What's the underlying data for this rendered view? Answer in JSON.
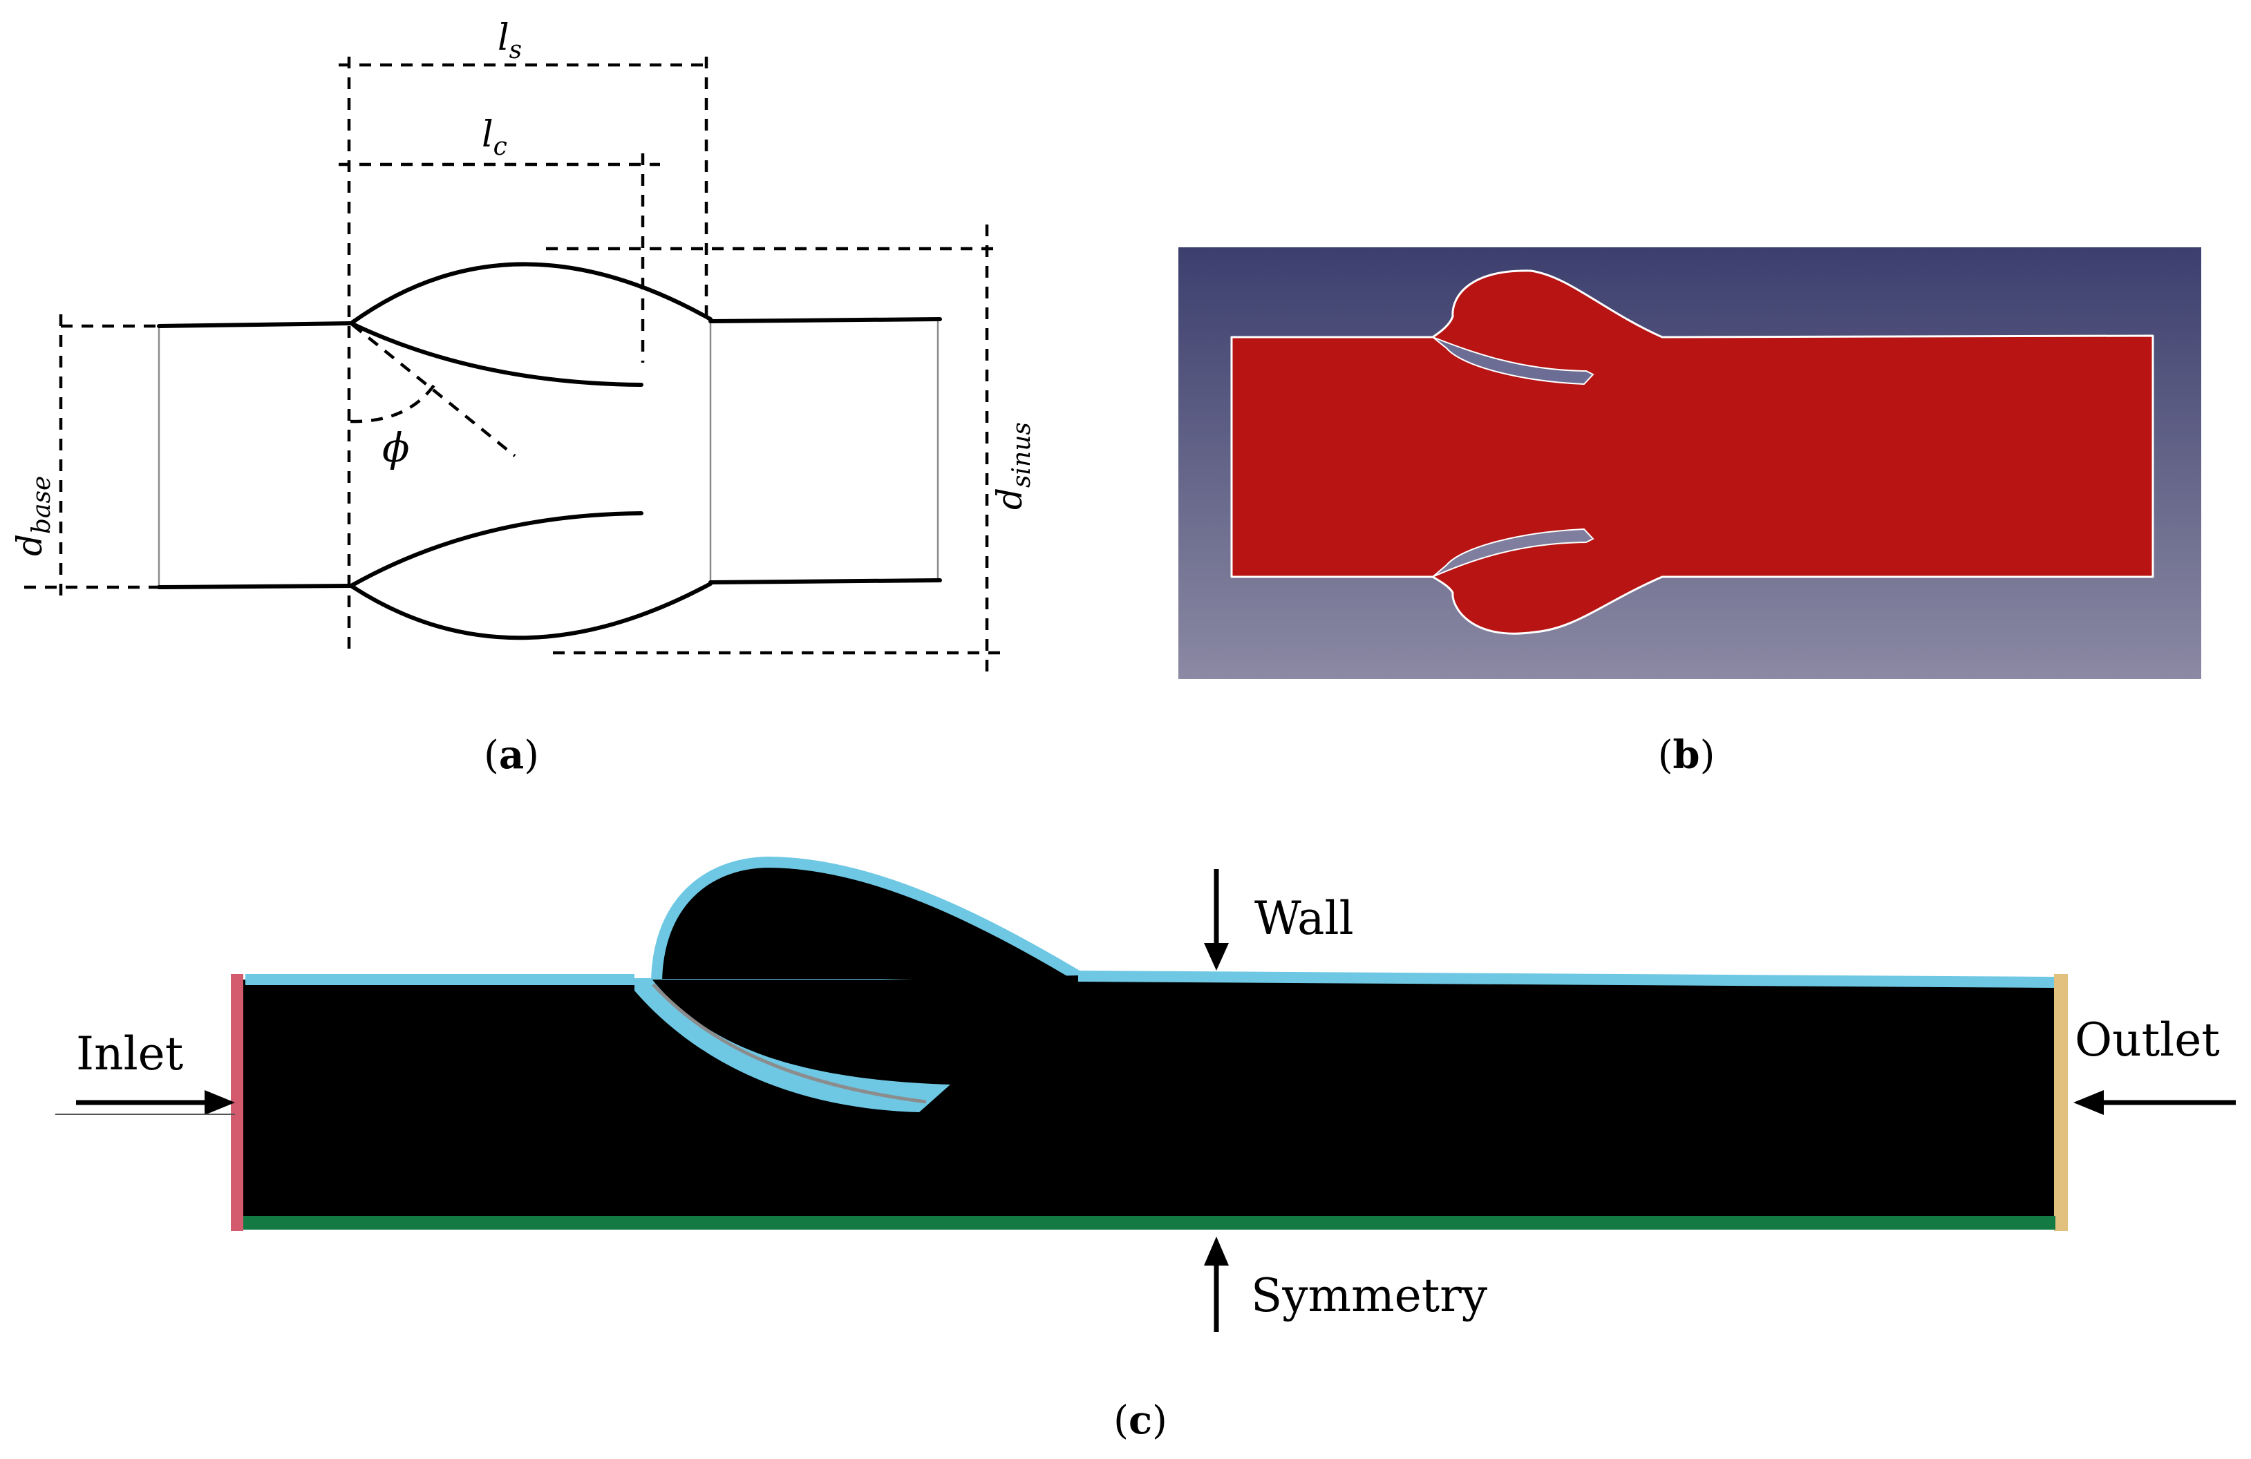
{
  "panel_a": {
    "caption": "(a)",
    "caption_letter": "a",
    "labels": {
      "l_s": {
        "main": "l",
        "sub": "s"
      },
      "l_c": {
        "main": "l",
        "sub": "c"
      },
      "phi": "ϕ",
      "d_base": {
        "main": "d",
        "sub": "base"
      },
      "d_sinus": {
        "main": "d",
        "sub": "sinus"
      }
    }
  },
  "panel_b": {
    "caption": "(b)",
    "caption_letter": "b",
    "colors": {
      "domain": "#b81414",
      "bg_top": "#3c3f6e",
      "bg_bottom": "#8b89a3"
    }
  },
  "panel_c": {
    "caption": "(c)",
    "caption_letter": "c",
    "labels": {
      "wall": "Wall",
      "inlet": "Inlet",
      "outlet": "Outlet",
      "symmetry": "Symmetry"
    },
    "colors": {
      "domain": "#000000",
      "wall": "#6ec8e4",
      "inlet": "#d45a6e",
      "outlet": "#e2c07e",
      "symmetry": "#147a44"
    }
  }
}
